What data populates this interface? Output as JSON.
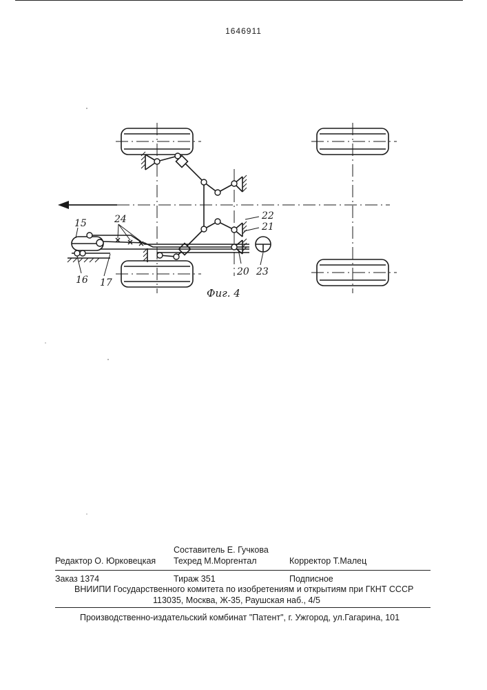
{
  "header": {
    "patent_number": "1646911"
  },
  "figure": {
    "caption": "Фиг. 4",
    "labels": {
      "l15": "15",
      "l16": "16",
      "l17": "17",
      "l24": "24",
      "l22": "22",
      "l21": "21",
      "l20": "20",
      "l23": "23"
    }
  },
  "colophon": {
    "compiler": "Составитель Е. Гучкова",
    "editor": "Редактор О. Юрковецкая",
    "techred": "Техред М.Моргентал",
    "corrector": "Корректор  Т.Малец",
    "order": "Заказ  1374",
    "circulation": "Тираж 351",
    "subscription": "Подписное",
    "institute": "ВНИИПИ Государственного комитета по изобретениям и открытиям при ГКНТ СССР",
    "address": "113035, Москва, Ж-35, Раушская наб., 4/5",
    "printer": "Производственно-издательский комбинат \"Патент\", г. Ужгород, ул.Гагарина, 101"
  }
}
